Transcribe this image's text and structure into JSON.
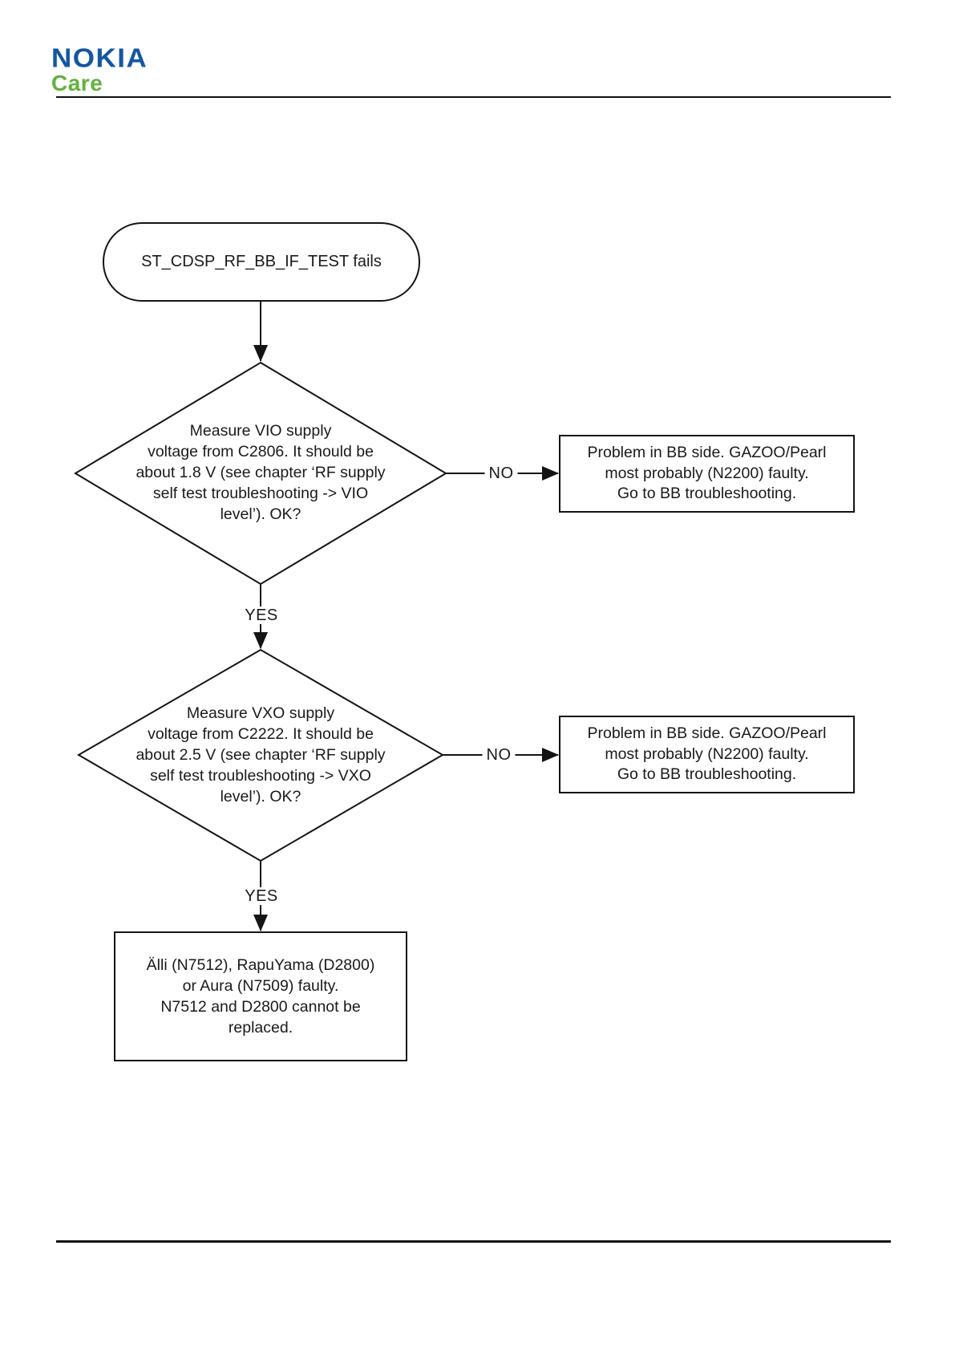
{
  "theme": {
    "logo_blue": "#1457a0",
    "care_green": "#62b23c",
    "line_color": "#141414",
    "page_bg": "#ffffff"
  },
  "header": {
    "logo_primary": "NOKIA",
    "logo_secondary": "Care"
  },
  "flowchart": {
    "start": {
      "label": "ST_CDSP_RF_BB_IF_TEST fails"
    },
    "decisions": [
      {
        "text": "Measure VIO supply\nvoltage from C2806. It should be\nabout 1.8 V (see chapter ‘RF supply\nself test troubleshooting -> VIO\nlevel’). OK?",
        "no_label": "NO",
        "yes_label": "YES"
      },
      {
        "text": "Measure VXO supply\nvoltage from C2222. It should be\nabout 2.5 V (see chapter ‘RF supply\nself test troubleshooting -> VXO\nlevel’). OK?",
        "no_label": "NO",
        "yes_label": "YES"
      }
    ],
    "no_boxes": [
      {
        "text": "Problem in BB side. GAZOO/Pearl\nmost probably (N2200) faulty.\nGo to BB troubleshooting."
      },
      {
        "text": "Problem in BB side. GAZOO/Pearl\nmost probably (N2200) faulty.\nGo to BB troubleshooting."
      }
    ],
    "end_box": {
      "text": "Älli (N7512), RapuYama (D2800)\nor Aura (N7509) faulty.\nN7512 and D2800 cannot be\nreplaced."
    }
  }
}
